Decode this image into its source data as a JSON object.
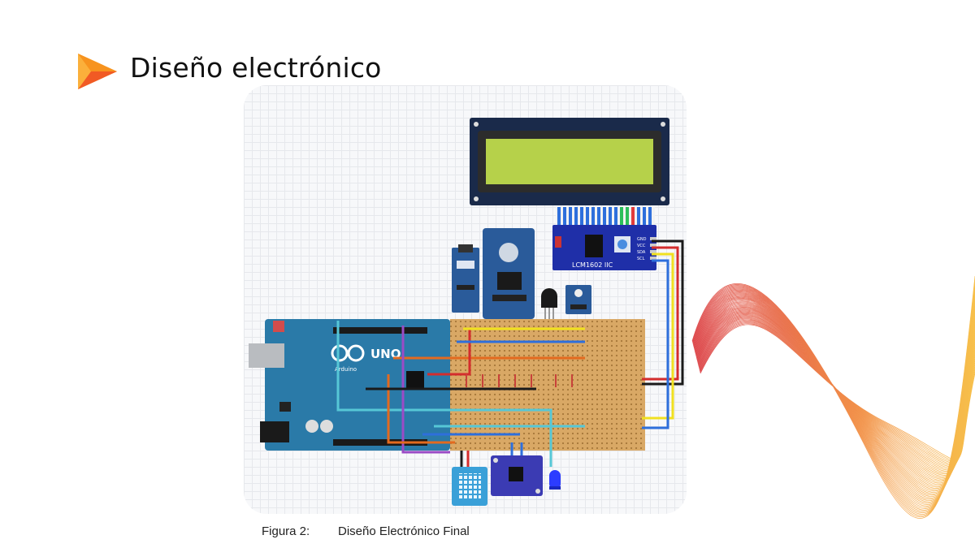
{
  "slide": {
    "title": "Diseño electrónico",
    "caption_number": "Figura 2:",
    "caption_text": "Diseño Electrónico Final"
  },
  "diagram": {
    "lcd_module_label": "LCM1602 IIC",
    "lcd_pin_labels": [
      "GND",
      "VCC",
      "SDA",
      "SCL"
    ],
    "arduino_brand": "UNO",
    "arduino_sub": "Arduino"
  },
  "colors": {
    "logo_orange": "#f7931e",
    "logo_yellow": "#fbb03b",
    "arduino_blue": "#2a7aa8",
    "lcd_green": "#b6d14a",
    "perfboard": "#d9a865",
    "i2c_blue": "#1f2fa8",
    "wave_red": "#d7262a",
    "wave_yellow": "#f6b52c"
  }
}
